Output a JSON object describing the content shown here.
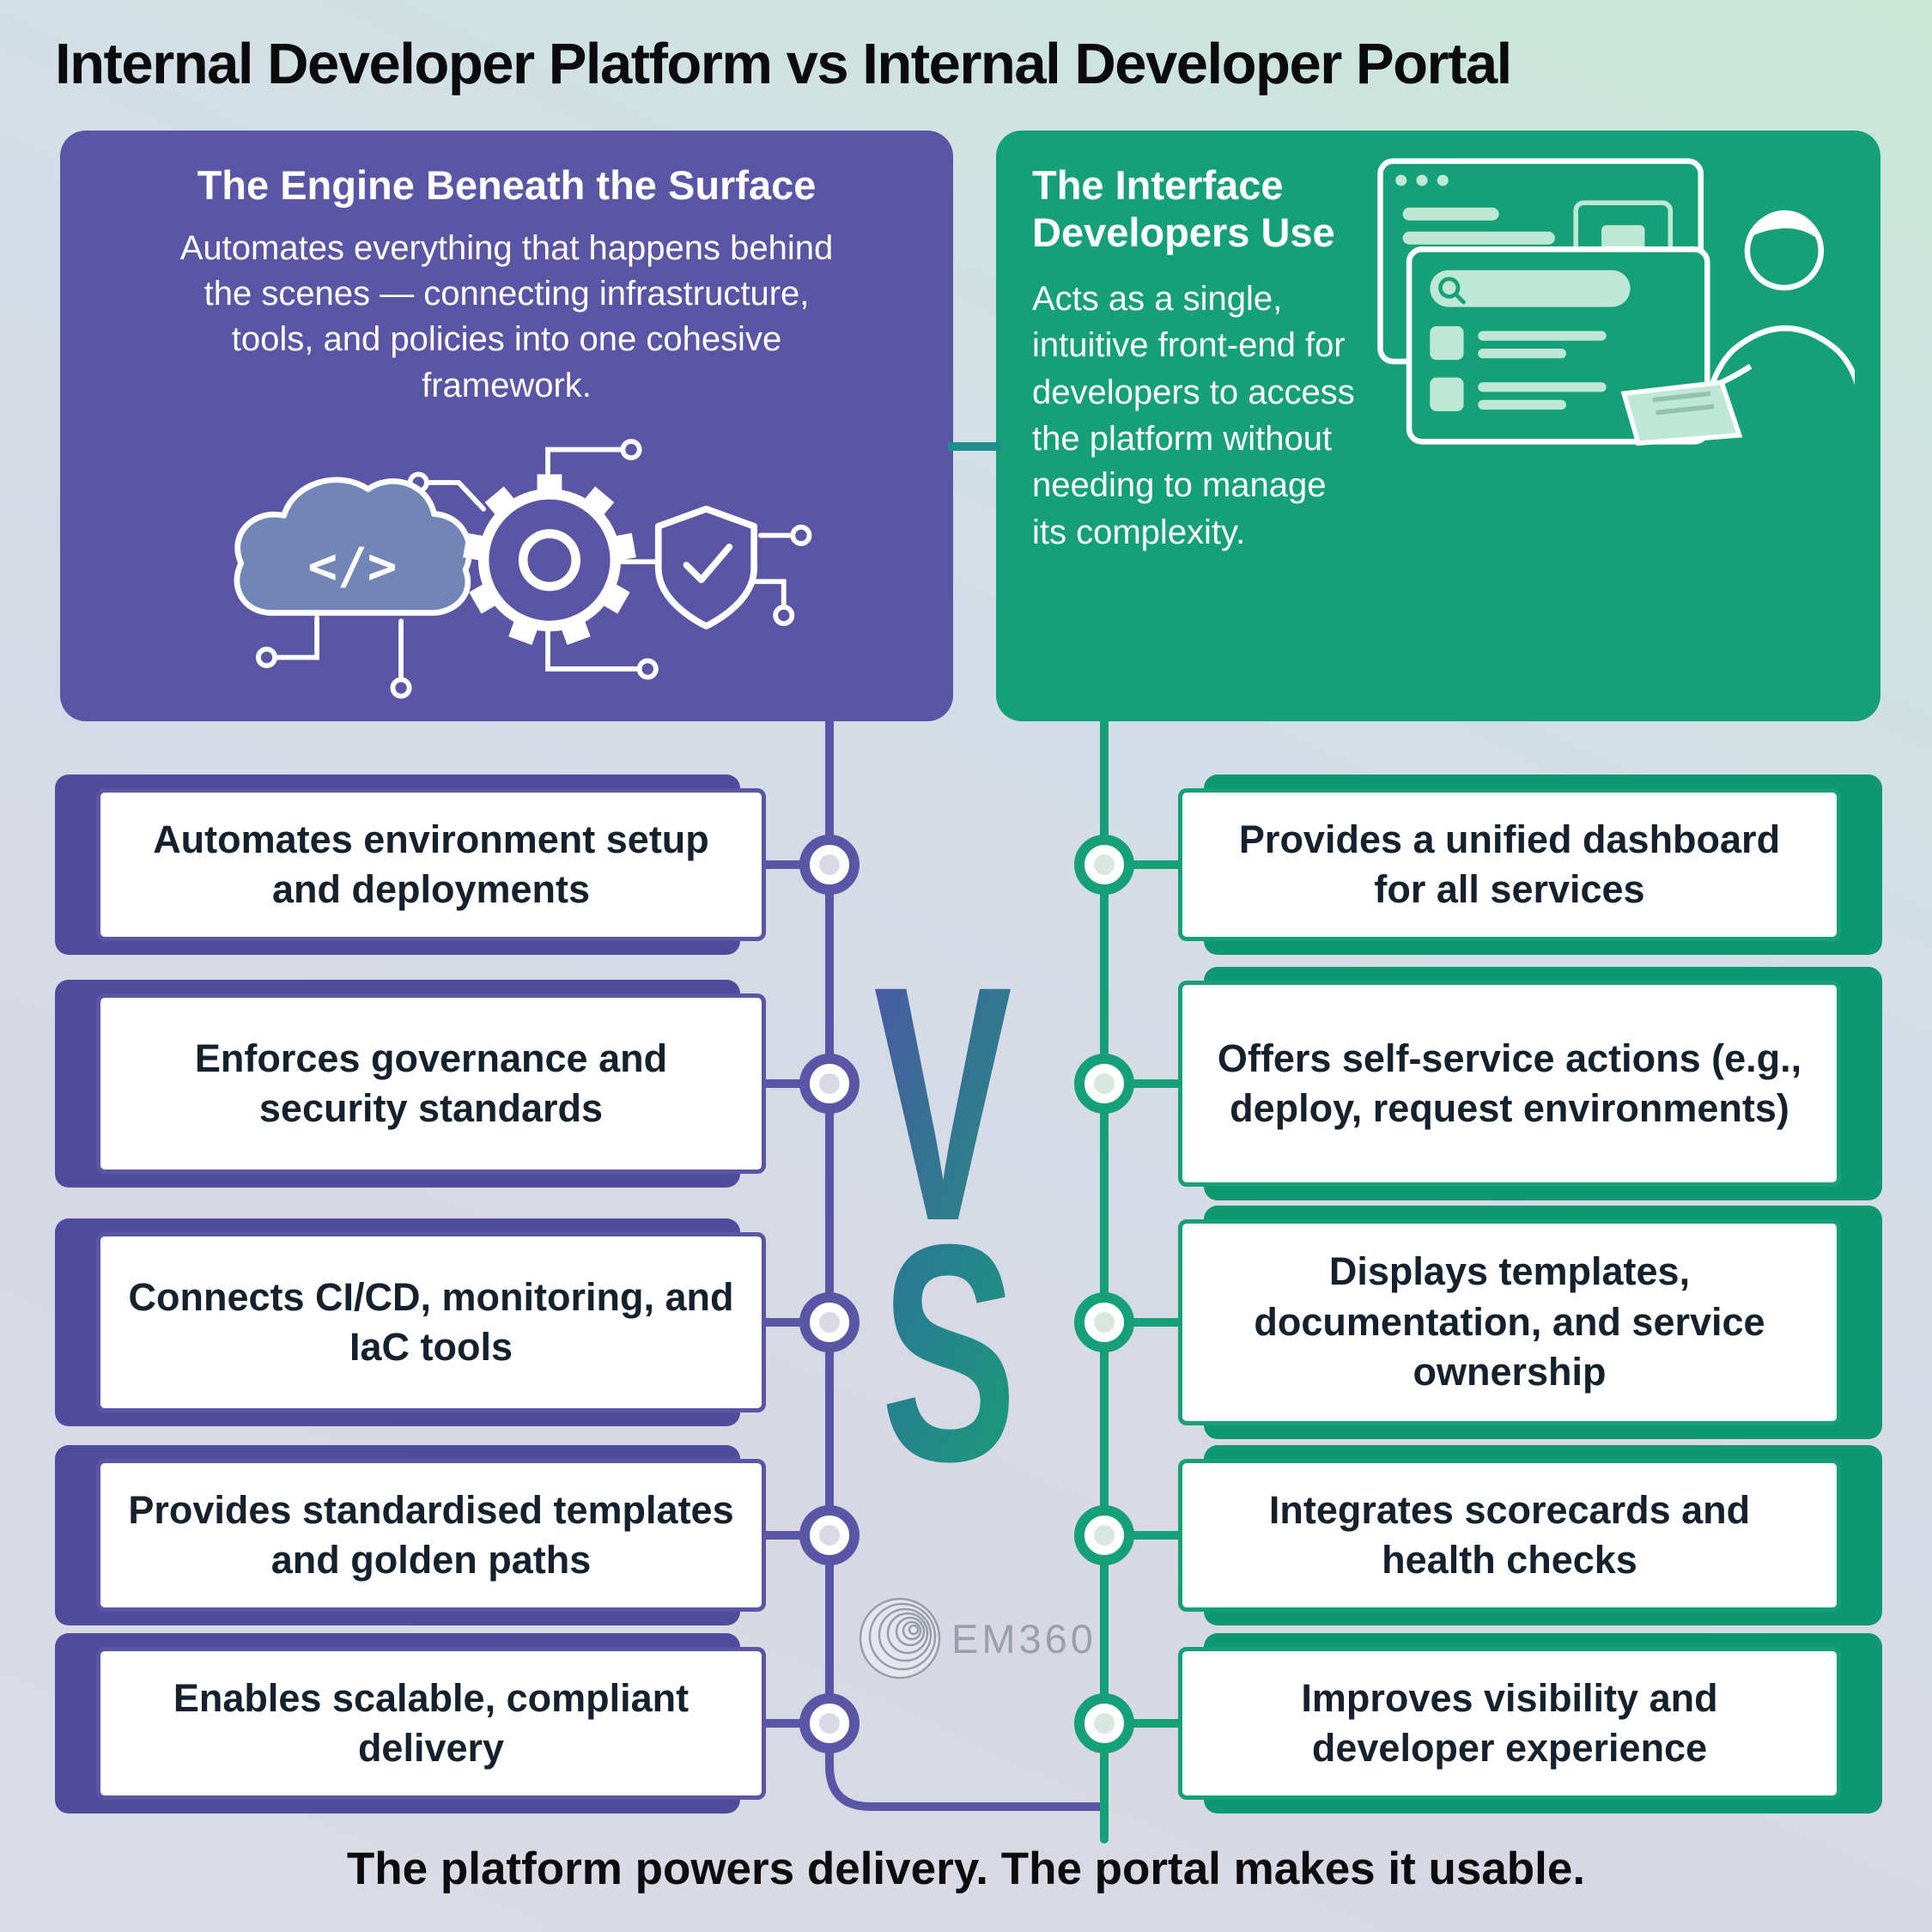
{
  "title": "Internal Developer Platform vs Internal Developer Portal",
  "platform": {
    "heading": "The Engine Beneath the Surface",
    "description": "Automates everything that happens behind the scenes — connecting infrastructure, tools, and policies into one cohesive framework.",
    "color": "#5b55a6",
    "icons": [
      "cloud-code-icon",
      "gear-icon",
      "shield-check-icon",
      "circuit-lines-icon"
    ],
    "items": [
      "Automates environment setup and deployments",
      "Enforces governance and security standards",
      "Connects CI/CD, monitoring, and IaC tools",
      "Provides standardised templates and golden paths",
      "Enables scalable, compliant delivery"
    ]
  },
  "portal": {
    "heading": "The Interface Developers Use",
    "description": "Acts as a single, intuitive front-end for developers to access the platform without needing to manage its complexity.",
    "color": "#16a077",
    "icons": [
      "browser-window-icon",
      "app-window-icon",
      "person-illustration"
    ],
    "items": [
      "Provides a unified dashboard for all services",
      "Offers self-service actions (e.g., deploy, request environments)",
      "Displays templates, documentation, and service ownership",
      "Integrates scorecards and health checks",
      "Improves visibility and developer experience"
    ]
  },
  "vs": {
    "v": "V",
    "s": "S"
  },
  "logo": {
    "text": "EM360"
  },
  "footer": "The platform powers delivery.  The portal makes it usable."
}
